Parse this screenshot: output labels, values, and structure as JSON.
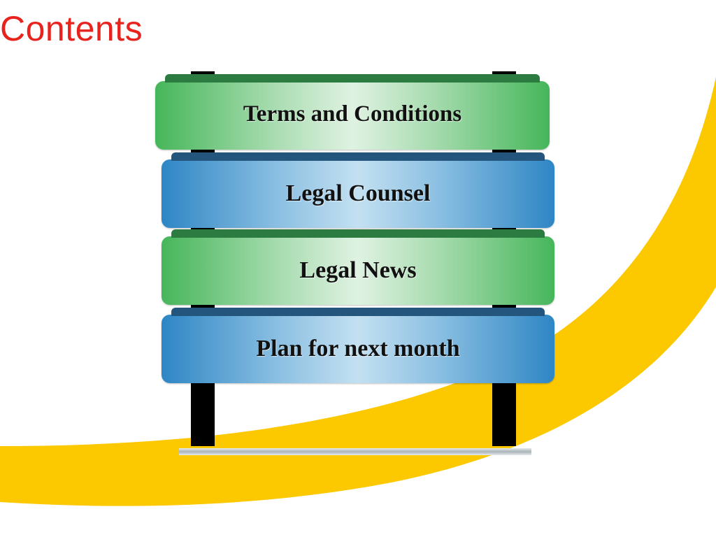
{
  "slide": {
    "title": "Contents",
    "accent_color": "#e8221c",
    "swoosh_color": "#fcc800"
  },
  "signboard": {
    "items": [
      {
        "label": "Terms and Conditions",
        "color": "green"
      },
      {
        "label": "Legal Counsel",
        "color": "blue"
      },
      {
        "label": "Legal News",
        "color": "green"
      },
      {
        "label": "Plan for next month",
        "color": "blue"
      }
    ]
  }
}
